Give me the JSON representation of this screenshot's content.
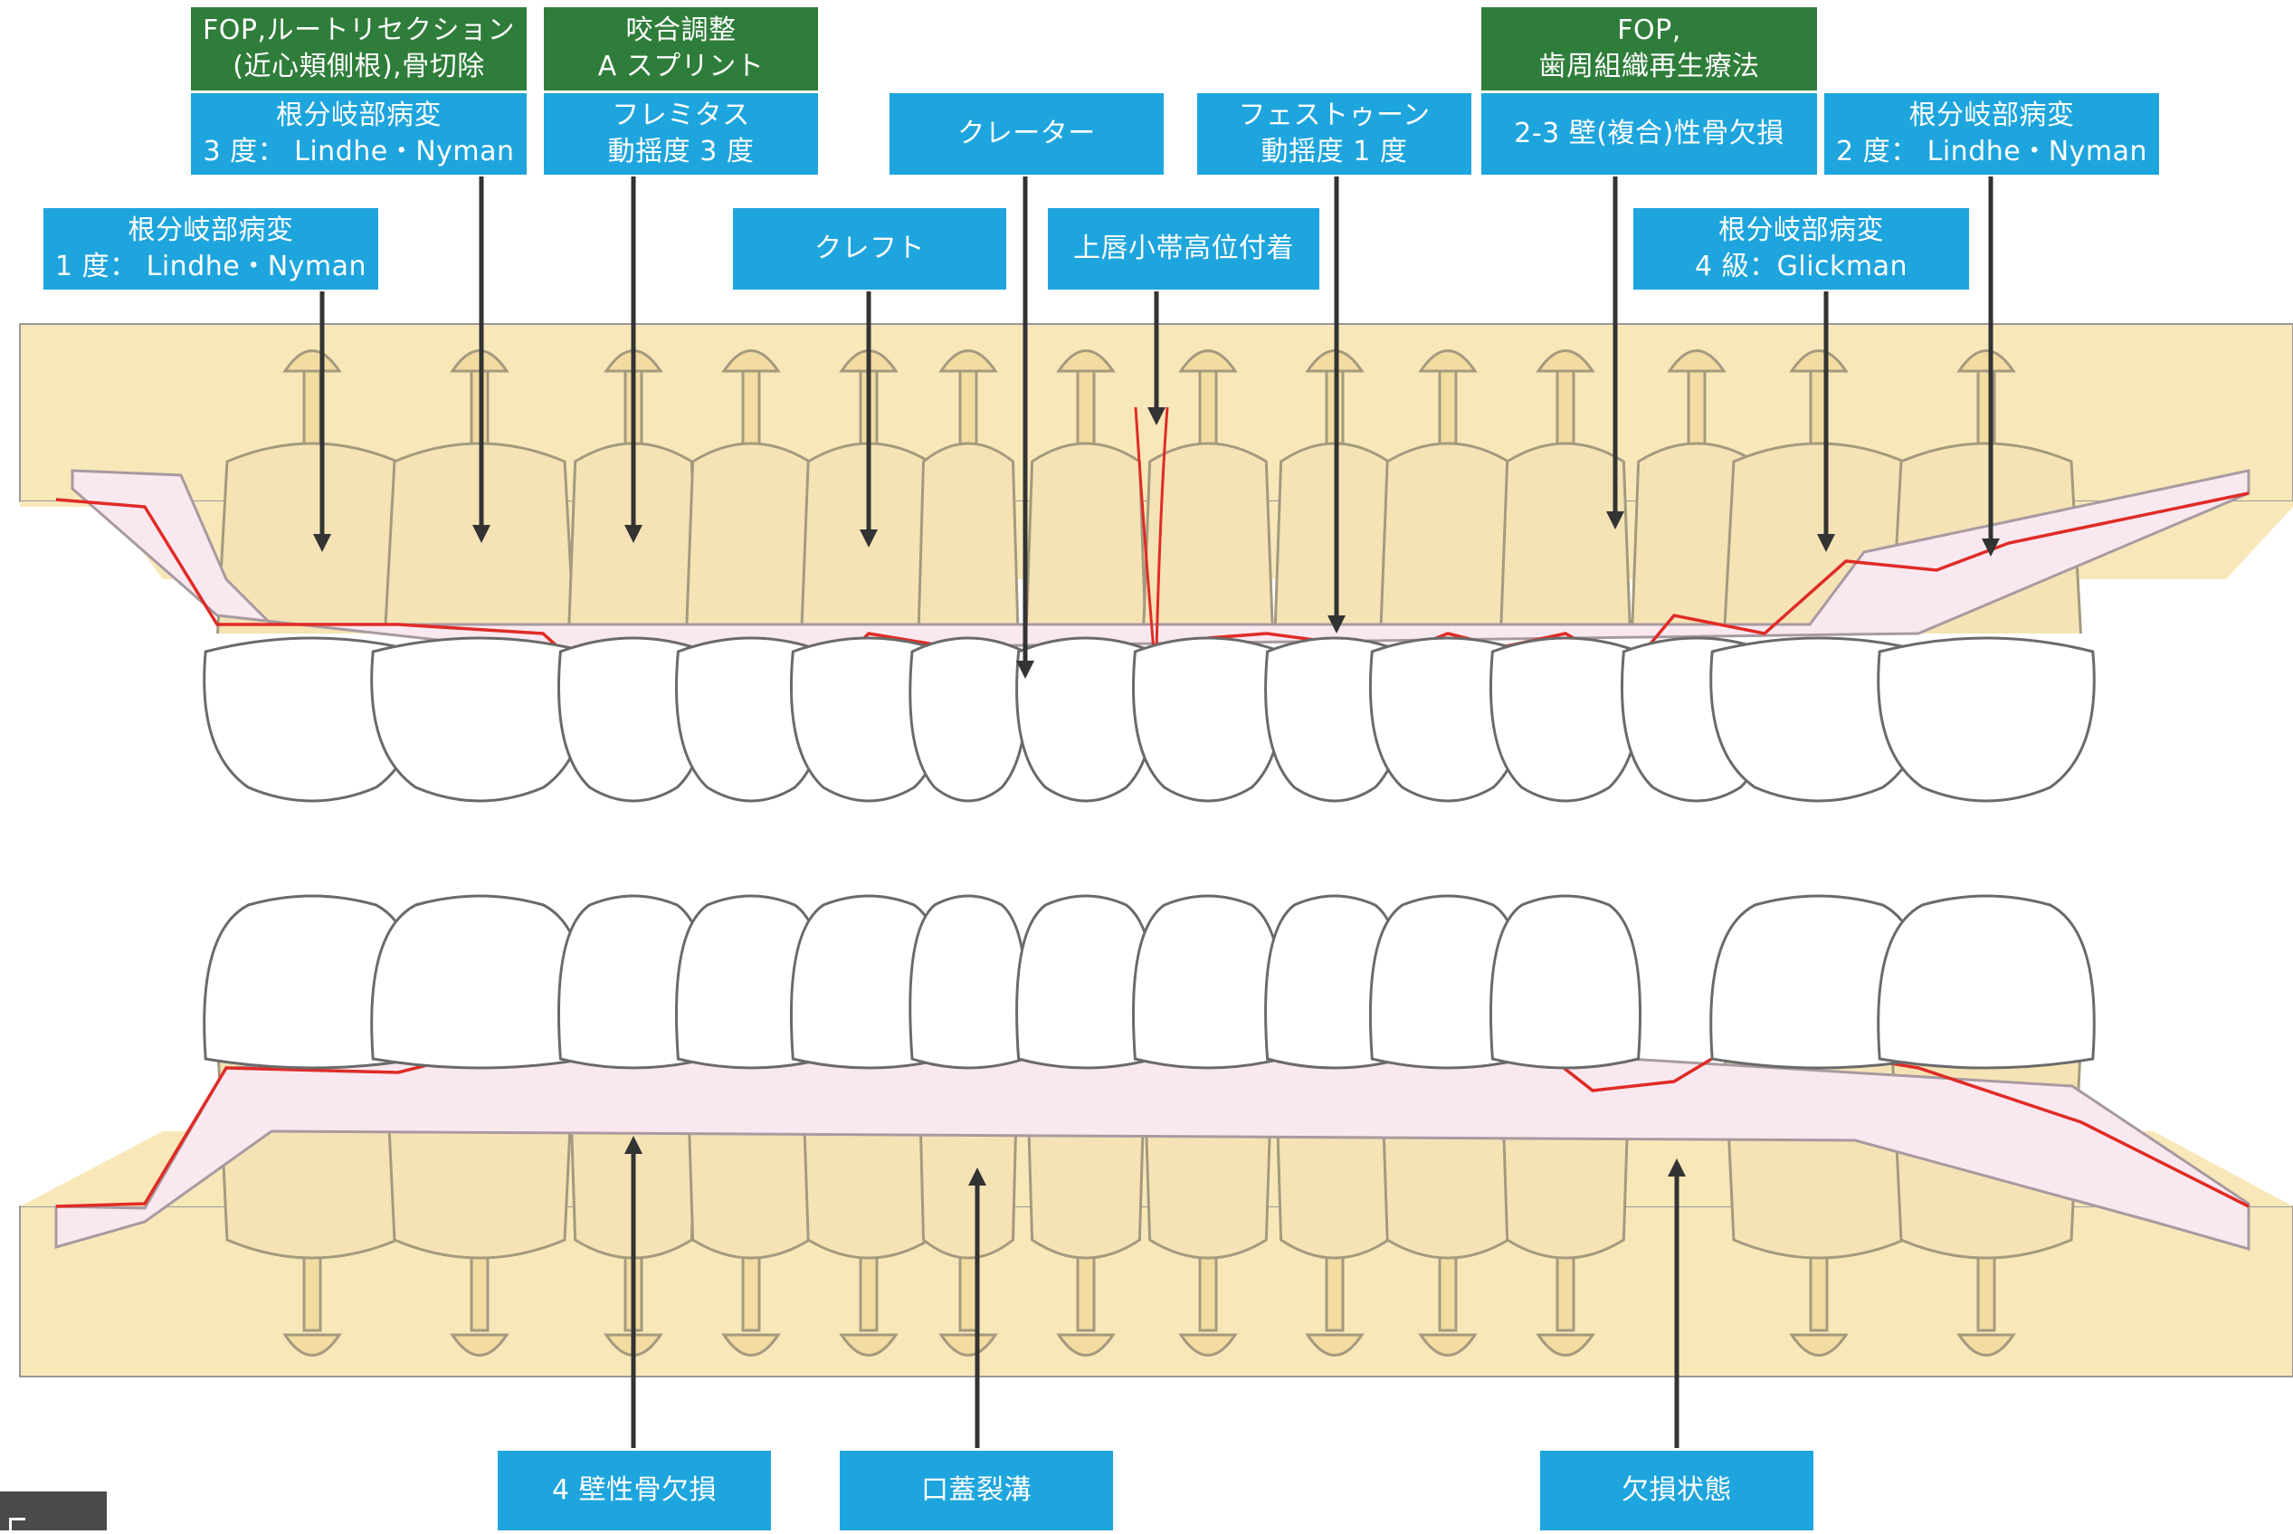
{
  "colors": {
    "base": "#f8e8b9",
    "gum": "#f9e8ef",
    "gum_line": "#e02b26",
    "tooth_outline": "#6a6a6a",
    "label_blue": "#1ea5dd",
    "label_green": "#2f7d3a",
    "arrow": "#333333"
  },
  "labels": {
    "g1": "FOP,ルートリセクション\n(近心頬側根),骨切除",
    "g2": "咬合調整\nA スプリント",
    "g3": "FOP,\n歯周組織再生療法",
    "b1": "根分岐部病変\n1 度： Lindhe・Nyman",
    "b2": "根分岐部病変\n3 度： Lindhe・Nyman",
    "b3": "フレミタス\n動揺度 3 度",
    "b4": "クレフト",
    "b5": "クレーター",
    "b6": "上唇小帯高位付着",
    "b7": "フェストゥーン\n動揺度 1 度",
    "b8": "2-3 壁(複合)性骨欠損",
    "b9": "根分岐部病変\n4 級：Glickman",
    "b10": "根分岐部病変\n2 度： Lindhe・Nyman",
    "b11": "4 壁性骨欠損",
    "b12": "口蓋裂溝",
    "b13": "欠損状態"
  }
}
